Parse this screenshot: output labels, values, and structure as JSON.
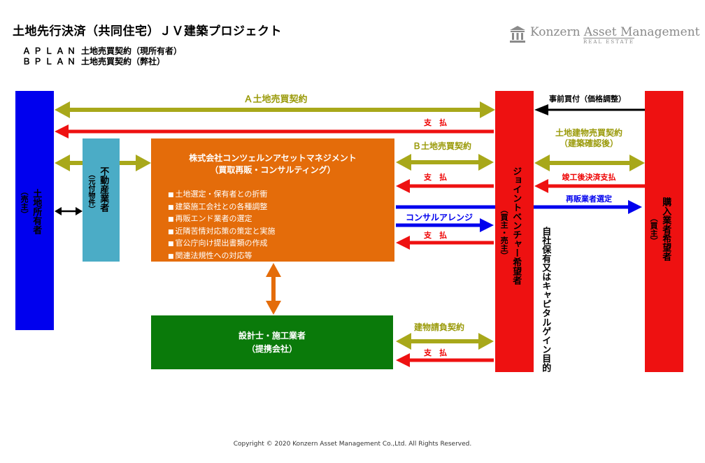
{
  "header": {
    "title": "土地先行決済（共同住宅）ＪＶ建築プロジェクト",
    "plan_a_label": "ＡＰＬＡＮ",
    "plan_a_text": "土地売買契約（現所有者）",
    "plan_b_label": "ＢＰＬＡＮ",
    "plan_b_text": "土地売買契約（弊社）"
  },
  "logo": {
    "name": "Konzern Asset Management",
    "sub": "REAL ESTATE",
    "icon": "building-columns-icon"
  },
  "nodes": {
    "owner": {
      "label": "土地所有者",
      "sub": "（売主）"
    },
    "realtor": {
      "label": "不動産業者",
      "sub": "（元付物件）"
    },
    "company": {
      "title_line1": "株式会社コンツェルンアセットマネジメント",
      "title_line2": "（買取再販・コンサルティング）",
      "items": [
        "土地選定・保有者との折衝",
        "建築施工会社との各種調整",
        "再販エンド業者の選定",
        "近隣苦情対応策の策定と実施",
        "官公庁向け提出書類の作成",
        "関連法規性への対応等"
      ]
    },
    "builder": {
      "line1": "設計士・施工業者",
      "line2": "（提携会社）"
    },
    "jv": {
      "label": "ジョイントベンチャー希望者",
      "sub": "（買主・売主）"
    },
    "buyer": {
      "label": "購入業者希望者",
      "sub": "（買主）"
    }
  },
  "arrows": {
    "a_contract": "Ａ土地売買契約",
    "payment": "支　払",
    "b_contract": "Ｂ土地売買契約",
    "consult": "コンサルアレンジ",
    "build_contract": "建物請負契約",
    "advance": "事前買付（価格調整）",
    "land_bldg_contract_1": "土地建物売買契約",
    "land_bldg_contract_2": "（建築確認後）",
    "settlement": "竣工後決済支払",
    "resale": "再販業者選定"
  },
  "side_note": "自社保有又はキャピタルゲイン目的",
  "footer": {
    "copyright": "Copyright © 2020 Konzern Asset Management Co.,Ltd. All Rights Reserved."
  },
  "colors": {
    "gold": "#a8a81a",
    "red": "#ee1111",
    "blue": "#0000ee",
    "orange": "#e46c0a",
    "green": "#0a7a0a",
    "teal": "#4bacc6",
    "owner_blue": "#0000ee"
  }
}
